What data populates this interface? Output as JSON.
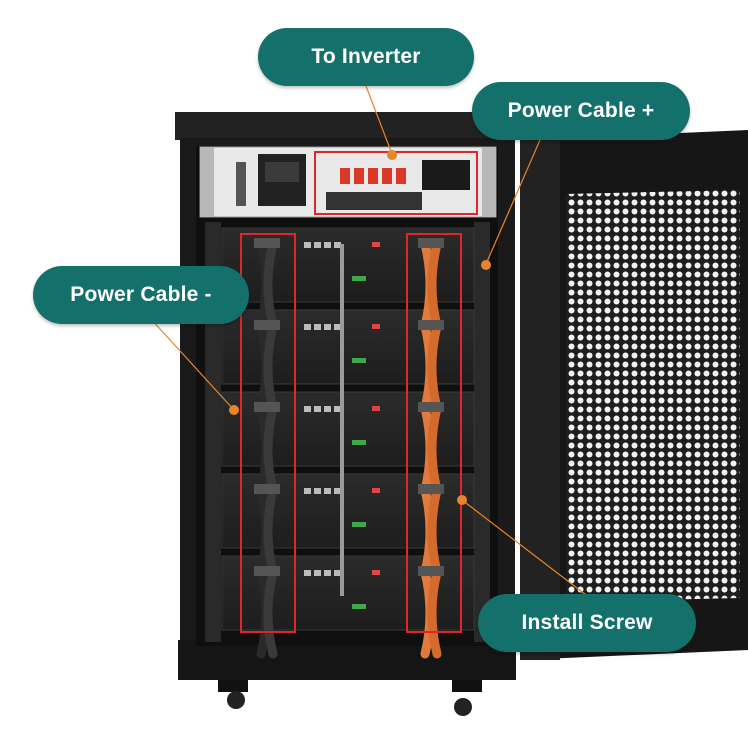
{
  "callouts": {
    "to_inverter": "To Inverter",
    "power_cable_plus": "Power Cable +",
    "power_cable_minus": "Power Cable -",
    "install_screw": "Install Screw"
  },
  "colors": {
    "callout_bg": "#14706b",
    "leader_line": "#e8842a",
    "highlight_box": "#e0262a",
    "cabinet": "#1c1c1c",
    "positive_cable": "#e07b3c",
    "negative_cable": "#2a2a2a"
  },
  "battery_modules": 5
}
